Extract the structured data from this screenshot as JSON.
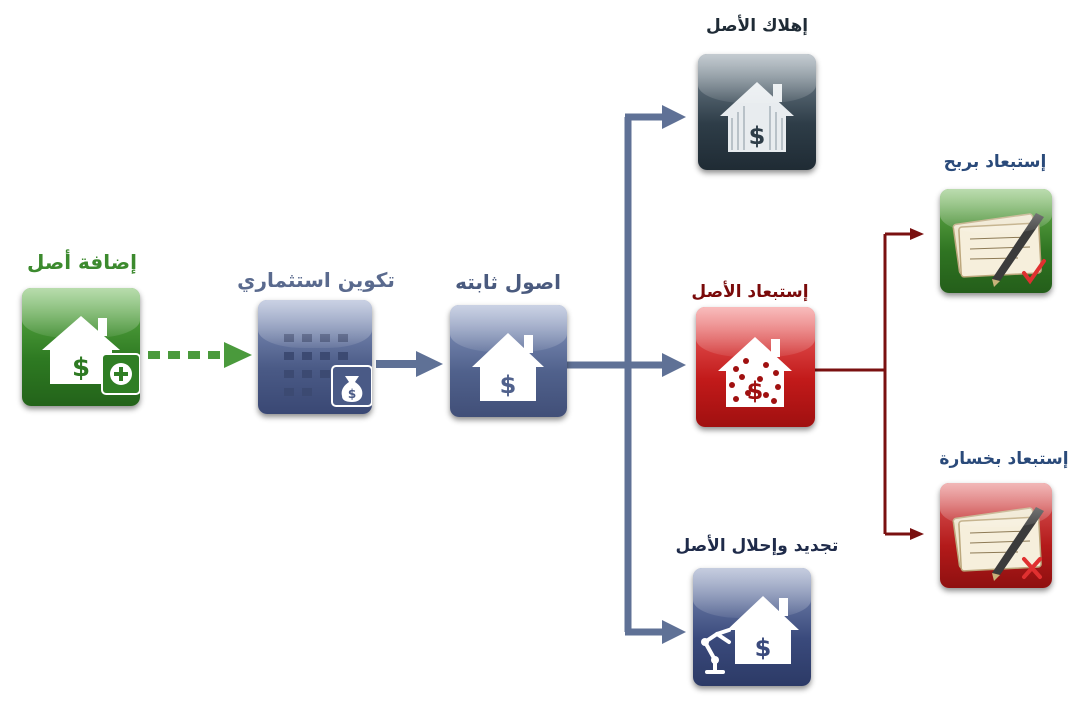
{
  "nodes": {
    "add_asset": {
      "label": "إضافة أصل",
      "color": "#3c8a2e"
    },
    "investment": {
      "label": "تكوين استثماري",
      "color": "#5a6a8e"
    },
    "fixed_assets": {
      "label": "اصول ثابته",
      "color": "#4a5a7e"
    },
    "depreciation": {
      "label": "إهلاك الأصل",
      "color": "#1f2b36"
    },
    "disposal": {
      "label": "إستبعاد الأصل",
      "color": "#7a0a0a"
    },
    "renewal": {
      "label": "تجديد وإحلال الأصل",
      "color": "#1f2b4a"
    },
    "disposal_gain": {
      "label": "إستبعاد بربح",
      "color": "#2a4a7a"
    },
    "disposal_loss": {
      "label": "إستبعاد بخسارة",
      "color": "#2a4a7a"
    }
  },
  "colors": {
    "connector_blue": "#5f7196",
    "connector_green": "#4a9a3c",
    "connector_red": "#7a1010"
  },
  "icons": {
    "add_asset": "house-dollar-plus-icon",
    "investment": "building-moneybag-icon",
    "fixed_assets": "house-dollar-icon",
    "depreciation": "house-dollar-depreciated-icon",
    "disposal": "house-dollar-broken-icon",
    "renewal": "house-dollar-robot-arm-icon",
    "disposal_gain": "cheque-pen-check-icon",
    "disposal_loss": "cheque-pen-cross-icon"
  }
}
